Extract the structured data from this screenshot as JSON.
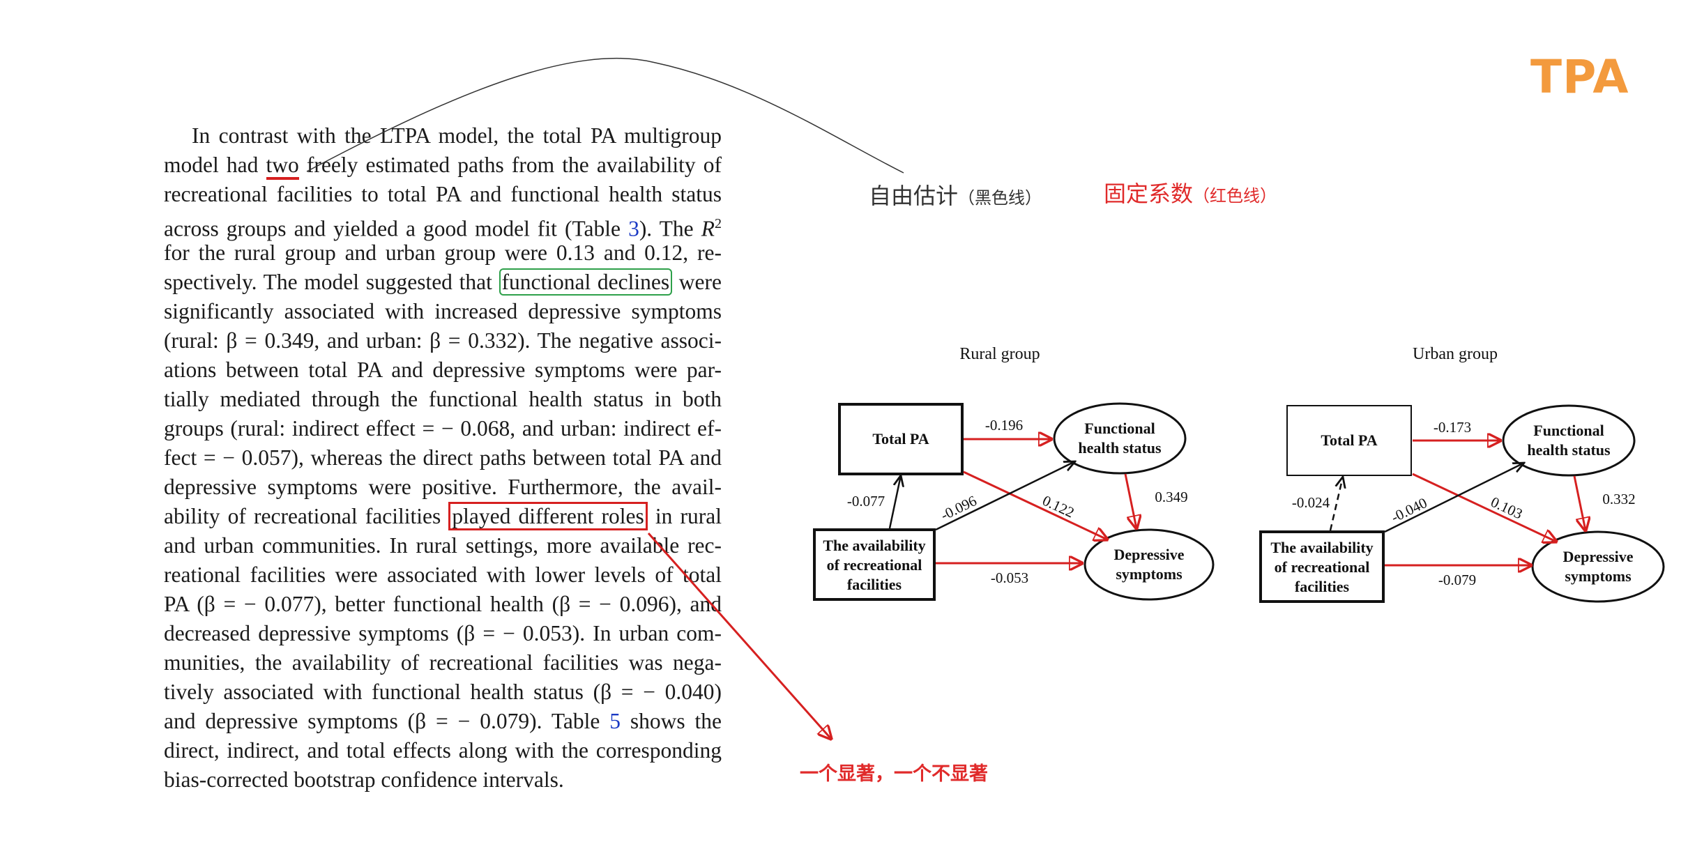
{
  "slide_title": "TPA",
  "legend": {
    "black_main": "自由估计",
    "black_sub": "（黑色线）",
    "red_main": "固定系数",
    "red_sub": "（红色线）"
  },
  "note": "一个显著，一个不显著",
  "paragraph": {
    "l1": "In contrast with the LTPA model, the total PA multigroup",
    "l2a": "model had ",
    "l2b": "two",
    "l2c": " freely estimated paths from the availability of",
    "l3": "recreational facilities to total PA and functional health status",
    "l4a": "across groups and yielded a good model fit (Table ",
    "l4b": "3",
    "l4c": "). The ",
    "l4d": "R",
    "l4e": "2",
    "l5": "for the rural group and urban group were 0.13 and 0.12, re-",
    "l6a": "spectively. The model suggested that ",
    "l6b": "functional declines",
    "l6c": " were",
    "l7": "significantly associated with increased depressive symptoms",
    "l8": "(rural: β = 0.349, and urban: β = 0.332). The negative associ-",
    "l9": "ations between total PA and depressive symptoms were par-",
    "l10": "tially mediated through the functional health status in both",
    "l11": "groups (rural: indirect effect = − 0.068, and urban: indirect ef-",
    "l12": "fect = − 0.057), whereas the direct paths between total PA and",
    "l13": "depressive symptoms were positive. Furthermore, the avail-",
    "l14a": "ability of recreational facilities ",
    "l14b": "played different roles",
    "l14c": " in rural",
    "l15": "and urban communities. In rural settings, more available rec-",
    "l16": "reational facilities were associated with lower levels of total",
    "l17": "PA (β = − 0.077), better functional health (β = − 0.096), and",
    "l18": "decreased depressive symptoms (β = − 0.053). In urban com-",
    "l19": "munities, the availability of recreational facilities was nega-",
    "l20": "tively associated with functional health status (β = − 0.040)",
    "l21a": "and depressive symptoms (β = − 0.079). Table ",
    "l21b": "5",
    "l21c": " shows the",
    "l22": "direct, indirect, and total effects along with the corresponding",
    "l23": "bias-corrected bootstrap confidence intervals."
  },
  "diagrams": {
    "rural": {
      "title": "Rural group",
      "total_pa": "Total PA",
      "functional_1": "Functional",
      "functional_2": "health status",
      "depressive_1": "Depressive",
      "depressive_2": "symptoms",
      "avail_1": "The availability",
      "avail_2": "of recreational",
      "avail_3": "facilities",
      "c_pa_func": "-0.196",
      "c_pa_dep": "0.122",
      "c_func_dep": "0.349",
      "c_av_pa": "-0.077",
      "c_av_func": "-0.096",
      "c_av_dep": "-0.053"
    },
    "urban": {
      "title": "Urban group",
      "total_pa": "Total PA",
      "functional_1": "Functional",
      "functional_2": "health status",
      "depressive_1": "Depressive",
      "depressive_2": "symptoms",
      "avail_1": "The availability",
      "avail_2": "of recreational",
      "avail_3": "facilities",
      "c_pa_func": "-0.173",
      "c_pa_dep": "0.103",
      "c_func_dep": "0.332",
      "c_av_pa": "-0.024",
      "c_av_func": "-0.040",
      "c_av_dep": "-0.079"
    }
  },
  "colors": {
    "accent_orange": "#F39A3D",
    "annotation_red": "#D62020",
    "highlight_green": "#2EA04A",
    "link_blue": "#1A39C4"
  }
}
